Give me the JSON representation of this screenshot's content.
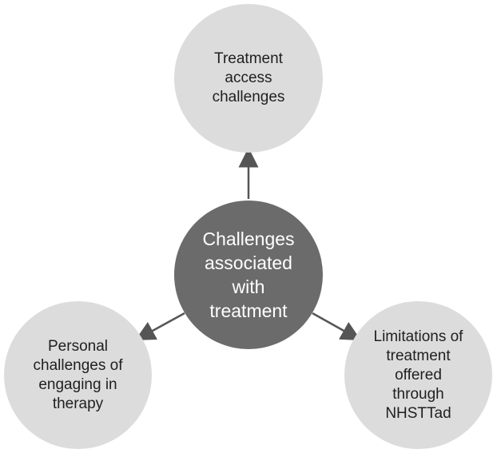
{
  "diagram": {
    "center": {
      "lines": [
        "Challenges",
        "associated",
        "with",
        "treatment"
      ]
    },
    "nodes": {
      "top": {
        "lines": [
          "Treatment",
          "access",
          "challenges"
        ]
      },
      "left": {
        "lines": [
          "Personal",
          "challenges of",
          "engaging in",
          "therapy"
        ]
      },
      "right": {
        "lines": [
          "Limitations of",
          "treatment",
          "offered",
          "through",
          "NHSTTad"
        ]
      }
    },
    "colors": {
      "center_fill": "#6b6b6b",
      "outer_fill": "#dcdcdd",
      "arrow": "#555555",
      "outer_text": "#1f1f1f",
      "center_text": "#ffffff"
    }
  }
}
